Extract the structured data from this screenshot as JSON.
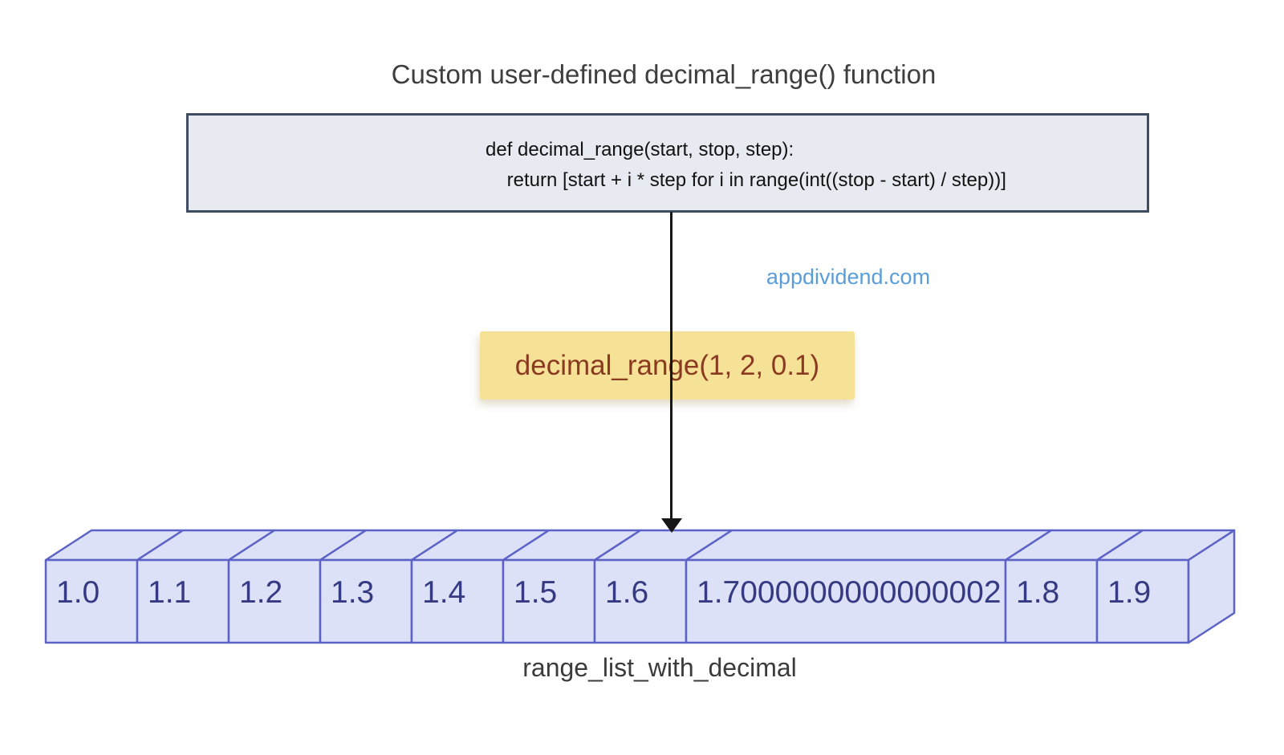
{
  "title": "Custom user-defined decimal_range() function",
  "code_box": {
    "line1": "def decimal_range(start, stop, step):",
    "line2": "    return [start + i * step for i in range(int((stop - start) / step))]"
  },
  "watermark": "appdividend.com",
  "call_box": {
    "label": "decimal_range(1, 2, 0.1)"
  },
  "array": {
    "label": "range_list_with_decimal",
    "values": [
      "1.0",
      "1.1",
      "1.2",
      "1.3",
      "1.4",
      "1.5",
      "1.6",
      "1.7000000000000002",
      "1.8",
      "1.9"
    ]
  },
  "colors": {
    "title_text": "#3e3e3e",
    "code_box_fill": "#e7eaf0",
    "code_box_border": "#3f4d63",
    "code_text": "#121212",
    "watermark_text": "#5b9ed7",
    "call_box_fill": "#f6e296",
    "call_box_text": "#8a3a20",
    "arrow": "#161616",
    "array_cell_fill": "#dce1f8",
    "array_cell_border": "#5d63c6",
    "array_value_text": "#363a82",
    "array_label_text": "#3b3b3b"
  }
}
